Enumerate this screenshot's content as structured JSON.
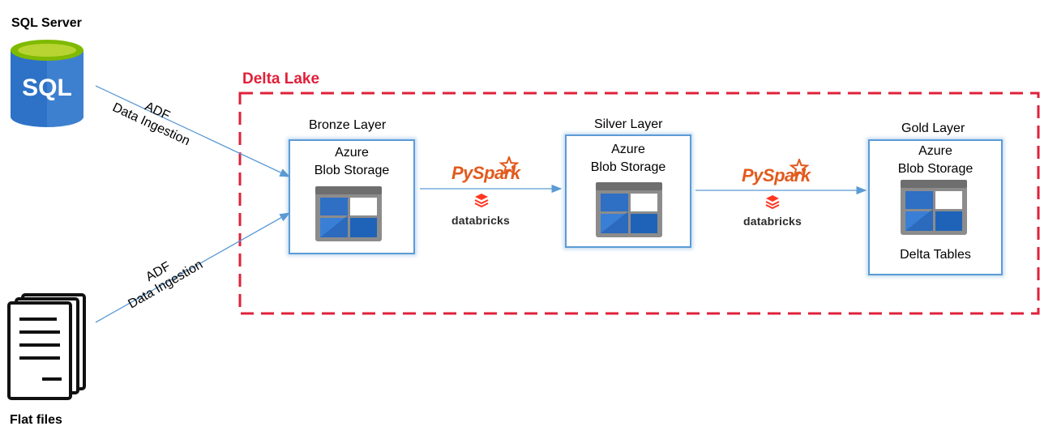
{
  "sources": {
    "sql_server": {
      "title": "SQL Server",
      "icon_text": "SQL",
      "icon": "sql-database-icon"
    },
    "flat_files": {
      "title": "Flat files",
      "icon": "documents-stack-icon"
    }
  },
  "ingestion": {
    "top": {
      "line1": "ADF",
      "line2": "Data Ingestion"
    },
    "bottom": {
      "line1": "ADF",
      "line2": "Data Ingestion"
    }
  },
  "delta_lake": {
    "title": "Delta Lake",
    "border_color": "#e0203a"
  },
  "layers": {
    "bronze": {
      "title": "Bronze Layer",
      "line1": "Azure",
      "line2": "Blob Storage",
      "icon": "blob-storage-icon"
    },
    "silver": {
      "title": "Silver Layer",
      "line1": "Azure",
      "line2": "Blob Storage",
      "icon": "blob-storage-icon"
    },
    "gold": {
      "title": "Gold Layer",
      "line1": "Azure",
      "line2": "Blob Storage",
      "icon": "blob-storage-icon",
      "footer": "Delta Tables"
    }
  },
  "transforms": {
    "first": {
      "pyspark_py": "Py",
      "pyspark_spark": "Spark",
      "databricks": "databricks"
    },
    "second": {
      "pyspark_py": "Py",
      "pyspark_spark": "Spark",
      "databricks": "databricks"
    }
  },
  "colors": {
    "arrow": "#5b9bd5",
    "azure_blue": "#2f6fc4",
    "pyspark_orange": "#e25a1c",
    "databricks_red": "#ff3621"
  }
}
